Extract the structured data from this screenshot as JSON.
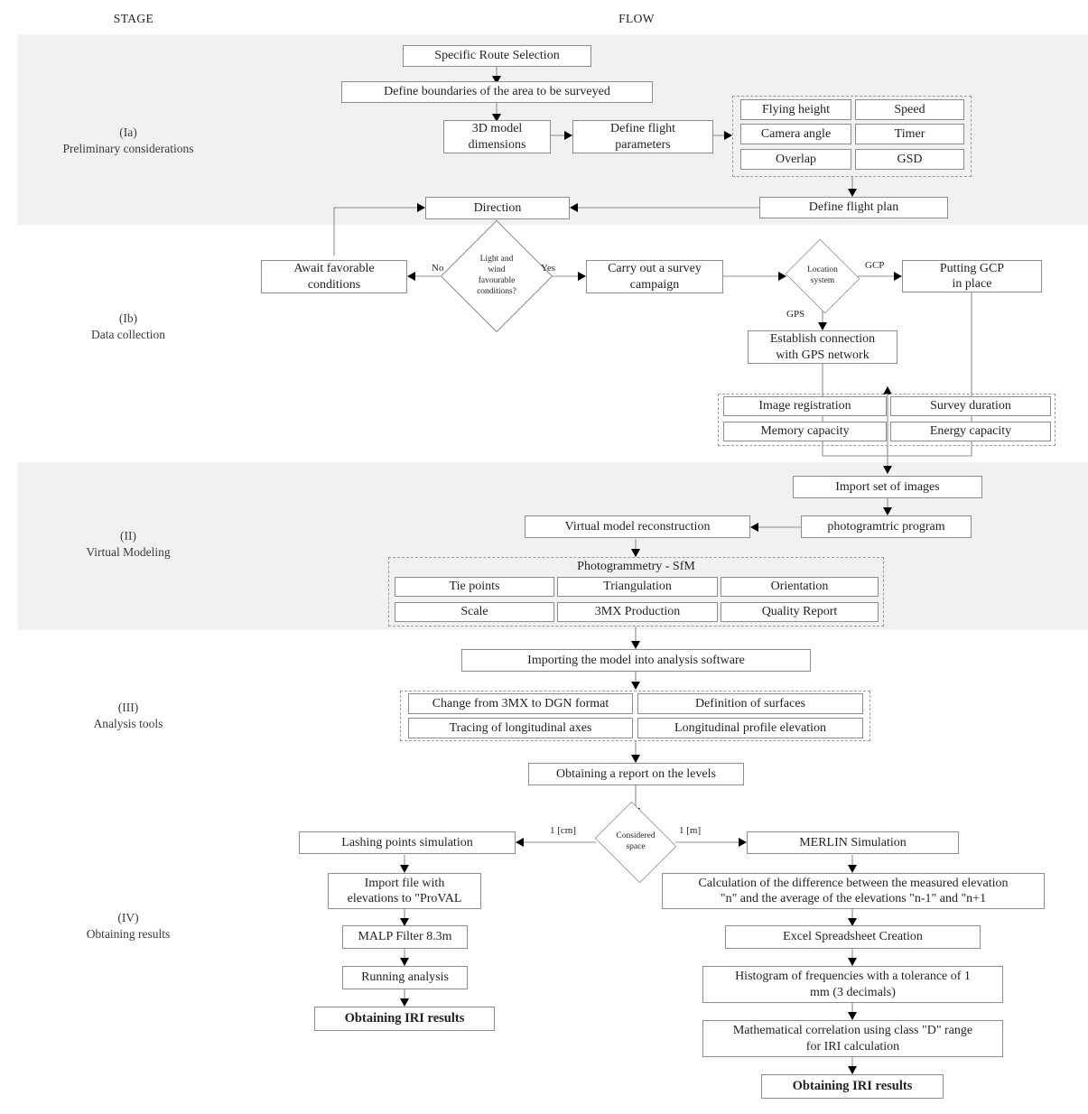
{
  "header": {
    "stage_col": "STAGE",
    "flow_col": "FLOW"
  },
  "stages": [
    {
      "roman": "(Ia)",
      "name": "Preliminary considerations"
    },
    {
      "roman": "(Ib)",
      "name": "Data collection"
    },
    {
      "roman": "(II)",
      "name": "Virtual Modeling"
    },
    {
      "roman": "(III)",
      "name": "Analysis tools"
    },
    {
      "roman": "(IV)",
      "name": "Obtaining results"
    }
  ],
  "nodes": {
    "specific_route": "Specific Route Selection",
    "define_boundaries": "Define boundaries of the area to be surveyed",
    "model_dimensions": "3D model\ndimensions",
    "flight_parameters": "Define flight\nparameters",
    "flying_height": "Flying height",
    "speed": "Speed",
    "camera_angle": "Camera angle",
    "timer": "Timer",
    "overlap": "Overlap",
    "gsd": "GSD",
    "define_flight_plan": "Define flight plan",
    "direction": "Direction",
    "await_conditions": "Await favorable\nconditions",
    "light_wind_decision": "Light and\nwind\nfavourable\nconditions?",
    "survey_campaign": "Carry out a survey\ncampaign",
    "location_system": "Location\nsystem",
    "putting_gcp": "Putting GCP\nin place",
    "gps_network": "Establish connection\nwith GPS network",
    "image_registration": "Image registration",
    "survey_duration": "Survey duration",
    "memory_capacity": "Memory capacity",
    "energy_capacity": "Energy capacity",
    "import_images": "Import set of images",
    "photogrammetric_program": "photogramtric program",
    "virtual_model": "Virtual model reconstruction",
    "photogrammetry_sfm_title": "Photogrammetry - SfM",
    "tie_points": "Tie points",
    "triangulation": "Triangulation",
    "orientation": "Orientation",
    "scale": "Scale",
    "production_3mx": "3MX Production",
    "quality_report": "Quality Report",
    "importing_model": "Importing the model into analysis software",
    "change_format": "Change from 3MX to DGN format",
    "definition_surfaces": "Definition of surfaces",
    "tracing_axes": "Tracing of longitudinal axes",
    "profile_elevation": "Longitudinal profile elevation",
    "report_levels": "Obtaining a report on the levels",
    "considered_space": "Considered\nspace",
    "lashing_points": "Lashing points simulation",
    "import_proval": "Import file with\nelevations to \"ProVAL",
    "malp_filter": "MALP Filter 8.3m",
    "running_analysis": "Running analysis",
    "iri_results_left": "Obtaining IRI results",
    "merlin_simulation": "MERLIN Simulation",
    "calculation_difference": "Calculation of the difference between the measured elevation\n\"n\" and the average of the elevations \"n-1\" and \"n+1",
    "excel_creation": "Excel Spreadsheet Creation",
    "histogram": "Histogram of frequencies with a tolerance of 1\nmm (3 decimals)",
    "math_correlation": "Mathematical correlation using class \"D\" range\nfor IRI calculation",
    "iri_results_right": "Obtaining IRI results"
  },
  "edge_labels": {
    "no": "No",
    "yes": "Yes",
    "gcp": "GCP",
    "gps": "GPS",
    "one_cm": "1 [cm]",
    "one_m": "1 [m]"
  },
  "colors": {
    "band": "#f1f1f1",
    "box_border": "#8d8d8d",
    "group_border": "#9a9a9a",
    "text": "#231f20",
    "page": "#ffffff"
  }
}
